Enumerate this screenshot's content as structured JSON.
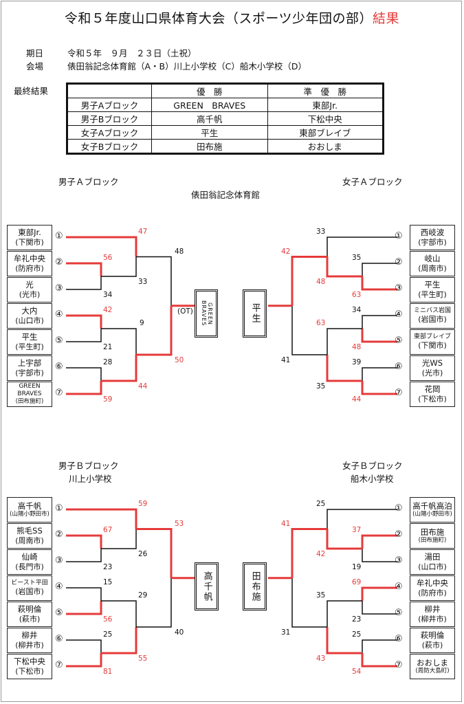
{
  "title": {
    "main": "令和５年度山口県体育大会（スポーツ少年団の部）",
    "suffix": "結果"
  },
  "info": {
    "date_label": "期日",
    "date_value": "令和５年　９月　２３日（土祝）",
    "venue_label": "会場",
    "venue_value": "俵田翁記念体育館（A・B）川上小学校（C）船木小学校（D）"
  },
  "results": {
    "label": "最終結果",
    "header_winner": "優　勝",
    "header_runner": "準　優　勝",
    "rows": [
      {
        "block": "男子Aブロック",
        "winner": "GREEN　BRAVES",
        "runner": "東部Jr."
      },
      {
        "block": "男子Bブロック",
        "winner": "高千帆",
        "runner": "下松中央"
      },
      {
        "block": "女子Aブロック",
        "winner": "平生",
        "runner": "東部ブレイブ"
      },
      {
        "block": "女子Bブロック",
        "winner": "田布施",
        "runner": "おおしま"
      }
    ]
  },
  "brackets": {
    "ma": {
      "block": "男子Ａブロック",
      "venue": "俵田翁記念体育館",
      "teams": [
        {
          "n": "①",
          "name": "東部Jr.",
          "place": "(下関市)"
        },
        {
          "n": "②",
          "name": "牟礼中央",
          "place": "(防府市)"
        },
        {
          "n": "③",
          "name": "光",
          "place": "(光市)"
        },
        {
          "n": "④",
          "name": "大内",
          "place": "(山口市)"
        },
        {
          "n": "⑤",
          "name": "平生",
          "place": "(平生町)"
        },
        {
          "n": "⑥",
          "name": "上宇部",
          "place": "(宇部市)"
        },
        {
          "n": "⑦",
          "name": "GREEN BRAVES",
          "place": "(田布施町)"
        }
      ],
      "scores": [
        "56",
        "34",
        "42",
        "21",
        "28",
        "59",
        "47",
        "33",
        "9",
        "44",
        "48",
        "50"
      ],
      "ot": "(OT)",
      "champion": "GREEN　BRAVES"
    },
    "wa": {
      "block": "女子Ａブロック",
      "teams": [
        {
          "n": "①",
          "name": "西岐波",
          "place": "(宇部市)"
        },
        {
          "n": "②",
          "name": "岐山",
          "place": "(周南市)"
        },
        {
          "n": "③",
          "name": "平生",
          "place": "(平生町)"
        },
        {
          "n": "④",
          "name": "ミニバス岩国",
          "place": "(岩国市)"
        },
        {
          "n": "⑤",
          "name": "東部ブレイブ",
          "place": "(下関市)"
        },
        {
          "n": "⑥",
          "name": "光WS",
          "place": "(光市)"
        },
        {
          "n": "⑦",
          "name": "花岡",
          "place": "(下松市)"
        }
      ],
      "scores": [
        "35",
        "63",
        "34",
        "48",
        "39",
        "44",
        "33",
        "48",
        "63",
        "35",
        "42",
        "41"
      ],
      "champion": "平生"
    },
    "mb": {
      "block": "男子Ｂブロック",
      "venue": "川上小学校",
      "teams": [
        {
          "n": "①",
          "name": "高千帆",
          "place": "(山陽小野田市)"
        },
        {
          "n": "②",
          "name": "熊毛SS",
          "place": "(周南市)"
        },
        {
          "n": "③",
          "name": "仙崎",
          "place": "(長門市)"
        },
        {
          "n": "④",
          "name": "ビースト平田",
          "place": "(岩国市)"
        },
        {
          "n": "⑤",
          "name": "萩明倫",
          "place": "(萩市)"
        },
        {
          "n": "⑥",
          "name": "柳井",
          "place": "(柳井市)"
        },
        {
          "n": "⑦",
          "name": "下松中央",
          "place": "(下松市)"
        }
      ],
      "scores": [
        "67",
        "23",
        "15",
        "56",
        "25",
        "81",
        "59",
        "26",
        "29",
        "55",
        "53",
        "40"
      ],
      "champion": "高千帆"
    },
    "wb": {
      "block": "女子Ｂブロック",
      "venue": "船木小学校",
      "teams": [
        {
          "n": "①",
          "name": "高千帆高泊",
          "place": "(山陽小野田市)"
        },
        {
          "n": "②",
          "name": "田布施",
          "place": "(田布施町)"
        },
        {
          "n": "③",
          "name": "湯田",
          "place": "(山口市)"
        },
        {
          "n": "④",
          "name": "牟礼中央",
          "place": "(防府市)"
        },
        {
          "n": "⑤",
          "name": "柳井",
          "place": "(柳井市)"
        },
        {
          "n": "⑥",
          "name": "萩明倫",
          "place": "(萩市)"
        },
        {
          "n": "⑦",
          "name": "おおしま",
          "place": "(周防大島町)"
        }
      ],
      "scores": [
        "37",
        "19",
        "69",
        "23",
        "25",
        "54",
        "25",
        "42",
        "35",
        "43",
        "41",
        "31"
      ],
      "champion": "田布施"
    }
  },
  "colors": {
    "win": "#e53a3a",
    "line": "#111111"
  }
}
